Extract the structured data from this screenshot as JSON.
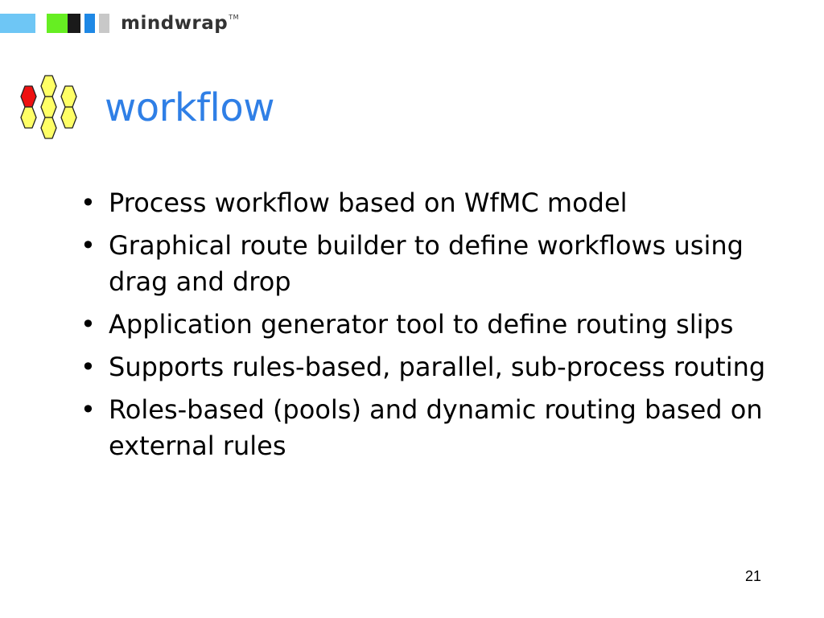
{
  "header": {
    "logo_text": "mindwrap",
    "logo_tm": "TM"
  },
  "slide": {
    "title": "workflow",
    "bullets": [
      "Process workflow based on WfMC model",
      "Graphical route builder to define workflows using drag and drop",
      "Application generator tool to define routing slips",
      "Supports rules-based, parallel, sub-process routing",
      "Roles-based (pools) and dynamic routing based on external rules"
    ],
    "bullet_symbol": "•",
    "page_number": "21"
  },
  "colors": {
    "title": "#2f7fe6",
    "hex_fill": "#ffff66",
    "hex_highlight": "#ee1111",
    "logo_light_blue": "#6ec6f5",
    "logo_green": "#66ee22",
    "logo_blue": "#1e88e5"
  }
}
